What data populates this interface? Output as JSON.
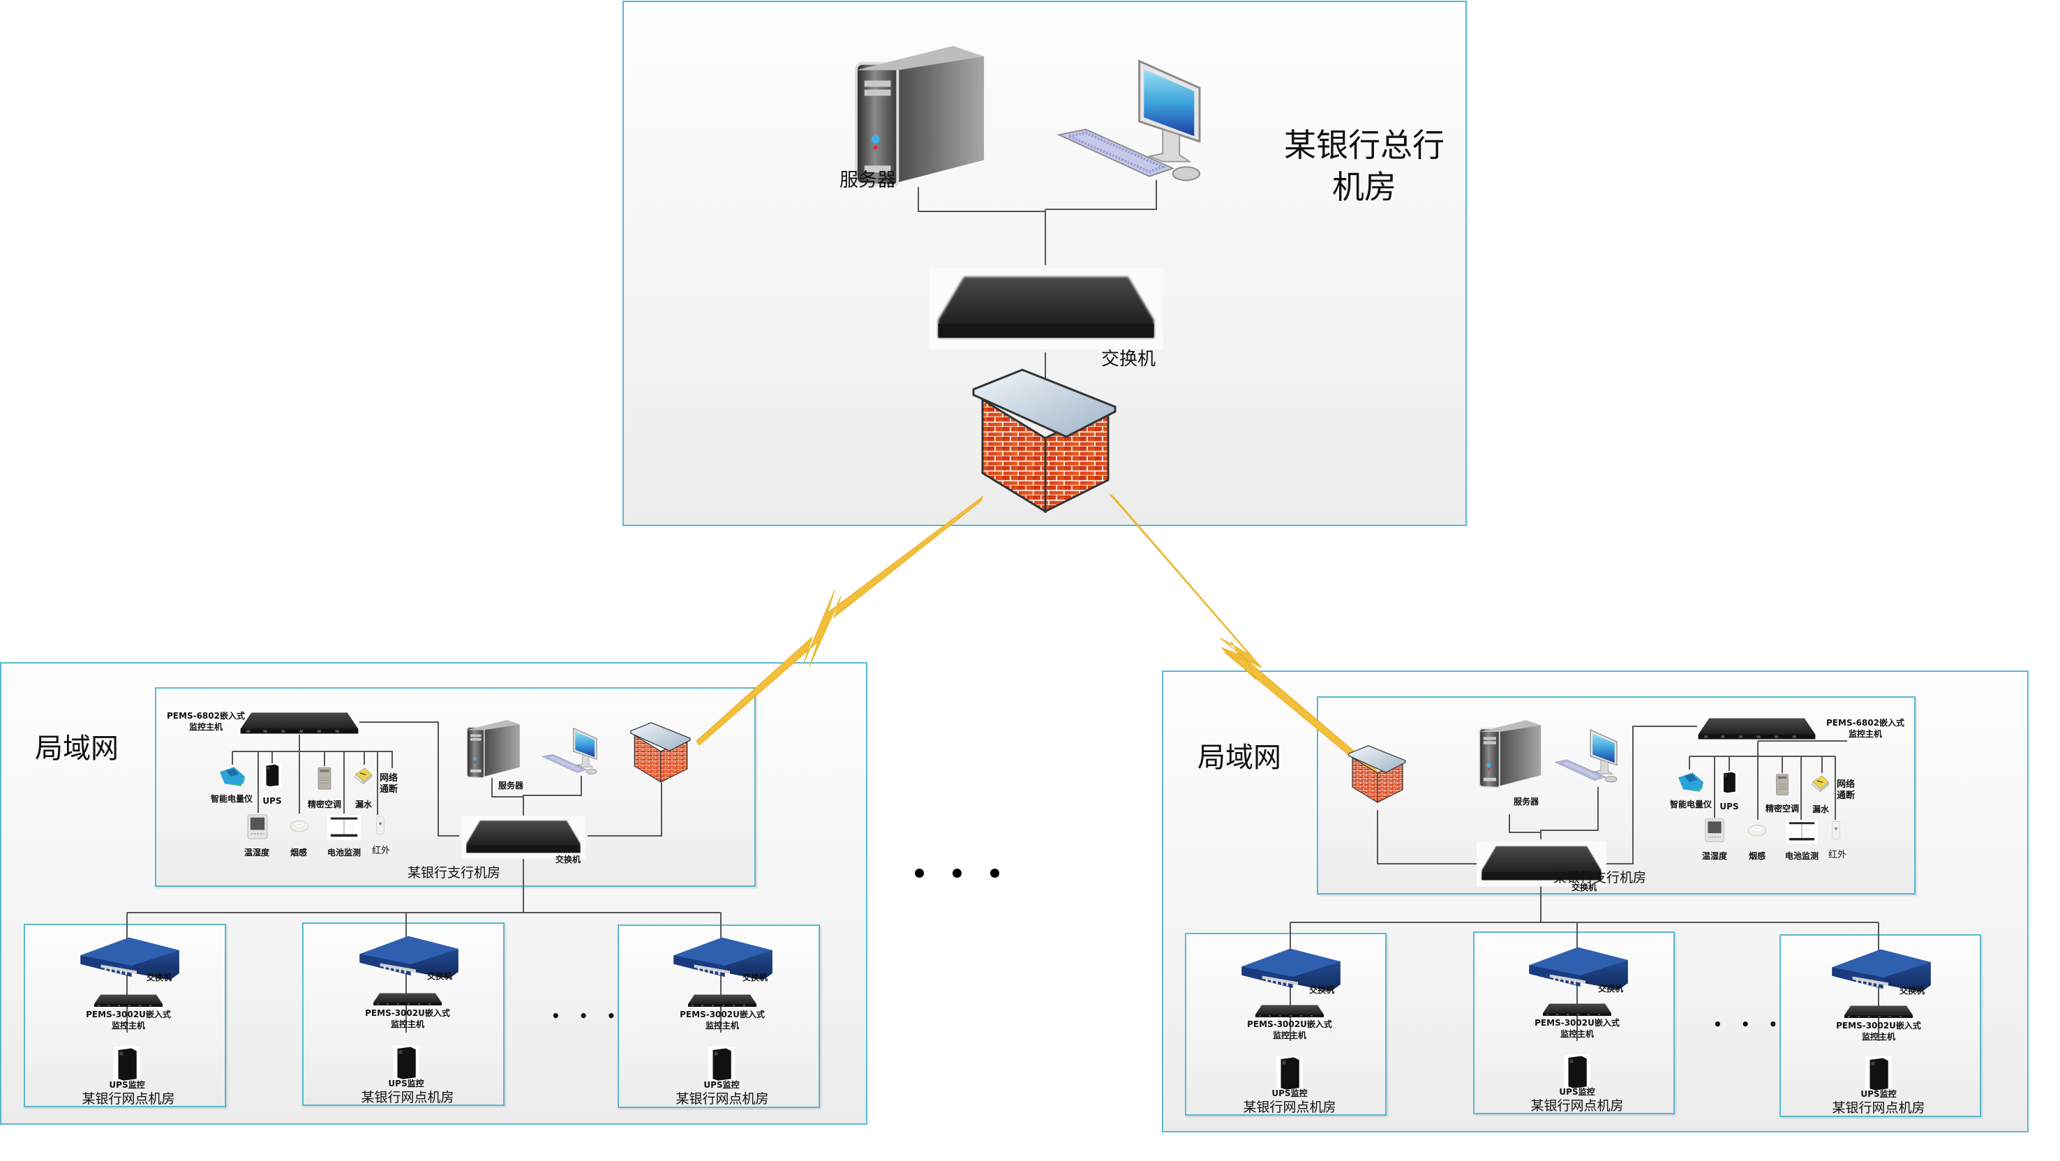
{
  "headquarters": {
    "title_line1": "某银行总行",
    "title_line2": "机房",
    "server_label": "服务器",
    "switch_label": "交换机",
    "workstation": "workstation-icon",
    "firewall": "firewall-icon"
  },
  "branches": [
    {
      "lan_label": "局域网",
      "sub_branch": {
        "title": "某银行支行机房",
        "host_label_line1": "PEMS-6802嵌入式",
        "host_label_line2": "监控主机",
        "server_label": "服务器",
        "switch_label": "交换机",
        "sensors_row1": [
          "智能电量仪",
          "UPS",
          "精密空调",
          "漏水"
        ],
        "network_label_line1": "网络",
        "network_label_line2": "通断",
        "sensors_row2": [
          "温湿度",
          "烟感",
          "电池监测",
          "红外"
        ]
      },
      "outlets": [
        {
          "switch_label": "交换机",
          "host_label_line1": "PEMS-3002U嵌入式",
          "host_label_line2": "监控主机",
          "ups_label": "UPS监控",
          "title": "某银行网点机房"
        },
        {
          "switch_label": "交换机",
          "host_label_line1": "PEMS-3002U嵌入式",
          "host_label_line2": "监控主机",
          "ups_label": "UPS监控",
          "title": "某银行网点机房"
        },
        {
          "switch_label": "交换机",
          "host_label_line1": "PEMS-3002U嵌入式",
          "host_label_line2": "监控主机",
          "ups_label": "UPS监控",
          "title": "某银行网点机房"
        }
      ],
      "ellipsis": "• • •"
    },
    {
      "lan_label": "局域网",
      "sub_branch": {
        "title": "某银行支行机房",
        "host_label_line1": "PEMS-6802嵌入式",
        "host_label_line2": "监控主机",
        "server_label": "服务器",
        "switch_label": "交换机",
        "sensors_row1": [
          "智能电量仪",
          "UPS",
          "精密空调",
          "漏水"
        ],
        "network_label_line1": "网络",
        "network_label_line2": "通断",
        "sensors_row2": [
          "温湿度",
          "烟感",
          "电池监测",
          "红外"
        ]
      },
      "outlets": [
        {
          "switch_label": "交换机",
          "host_label_line1": "PEMS-3002U嵌入式",
          "host_label_line2": "监控主机",
          "ups_label": "UPS监控",
          "title": "某银行网点机房"
        },
        {
          "switch_label": "交换机",
          "host_label_line1": "PEMS-3002U嵌入式",
          "host_label_line2": "监控主机",
          "ups_label": "UPS监控",
          "title": "某银行网点机房"
        },
        {
          "switch_label": "交换机",
          "host_label_line1": "PEMS-3002U嵌入式",
          "host_label_line2": "监控主机",
          "ups_label": "UPS监控",
          "title": "某银行网点机房"
        }
      ],
      "ellipsis": "• • •"
    }
  ],
  "middle_ellipsis": "more-branches",
  "colors": {
    "panel_border": "#5ab8cf",
    "wan_link": "#f2bf3c",
    "wire": "#555555",
    "firewall_brick": "#d9401e"
  }
}
